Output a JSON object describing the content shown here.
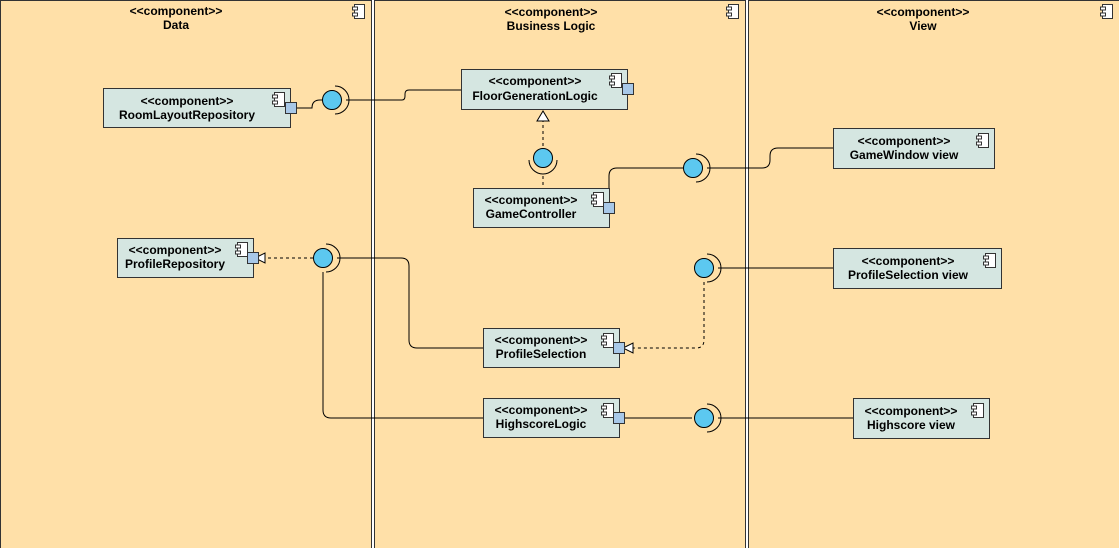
{
  "colors": {
    "lane_fill": "#FFE0A8",
    "component_fill": "#D5E6E1",
    "component_stroke": "#333333",
    "port_fill": "#A8C8E8",
    "interface_fill": "#5CC8F0",
    "line": "#000000"
  },
  "lanes": [
    {
      "id": "data",
      "stereotype": "<<component>>",
      "name": "Data"
    },
    {
      "id": "business",
      "stereotype": "<<component>>",
      "name": "Business Logic"
    },
    {
      "id": "view",
      "stereotype": "<<component>>",
      "name": "View"
    }
  ],
  "components": [
    {
      "id": "room-layout-repository",
      "stereotype": "<<component>>",
      "name": "RoomLayoutRepository"
    },
    {
      "id": "profile-repository",
      "stereotype": "<<component>>",
      "name": "ProfileRepository"
    },
    {
      "id": "floor-generation-logic",
      "stereotype": "<<component>>",
      "name": "FloorGenerationLogic"
    },
    {
      "id": "game-controller",
      "stereotype": "<<component>>",
      "name": "GameController"
    },
    {
      "id": "profile-selection",
      "stereotype": "<<component>>",
      "name": "ProfileSelection"
    },
    {
      "id": "highscore-logic",
      "stereotype": "<<component>>",
      "name": "HighscoreLogic"
    },
    {
      "id": "game-window-view",
      "stereotype": "<<component>>",
      "name": "GameWindow view"
    },
    {
      "id": "profile-selection-view",
      "stereotype": "<<component>>",
      "name": "ProfileSelection view"
    },
    {
      "id": "highscore-view",
      "stereotype": "<<component>>",
      "name": "Highscore view"
    }
  ]
}
